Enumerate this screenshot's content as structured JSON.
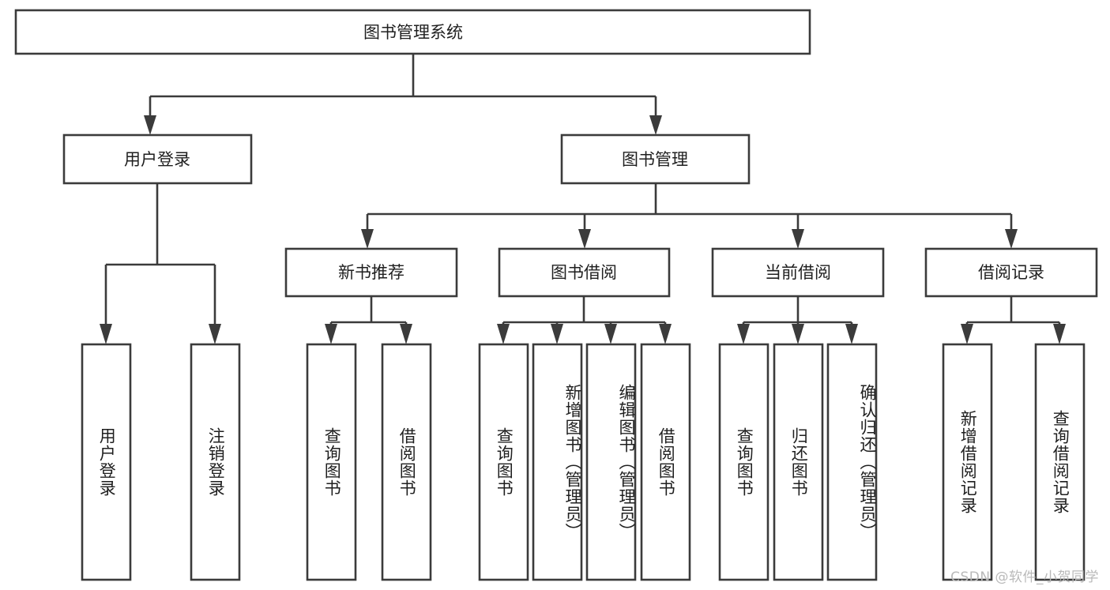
{
  "diagram": {
    "title": "图书管理系统",
    "type": "tree",
    "orientation": "top-down",
    "colors": {
      "box_stroke": "#3b3b3b",
      "box_fill": "#ffffff",
      "connector": "#3b3b3b",
      "text": "#1f1f1f",
      "watermark": "#b9b9b9",
      "background": "#ffffff"
    },
    "root": {
      "id": "root",
      "label": "图书管理系统",
      "orientation": "horizontal"
    },
    "level2": [
      {
        "id": "user-login",
        "label": "用户登录",
        "orientation": "horizontal"
      },
      {
        "id": "book-manage",
        "label": "图书管理",
        "orientation": "horizontal"
      }
    ],
    "level3": [
      {
        "id": "new-book-recommend",
        "label": "新书推荐",
        "parent": "book-manage",
        "orientation": "horizontal"
      },
      {
        "id": "book-borrow",
        "label": "图书借阅",
        "parent": "book-manage",
        "orientation": "horizontal"
      },
      {
        "id": "current-borrow",
        "label": "当前借阅",
        "parent": "book-manage",
        "orientation": "horizontal"
      },
      {
        "id": "borrow-record",
        "label": "借阅记录",
        "parent": "book-manage",
        "orientation": "horizontal"
      }
    ],
    "leaves": [
      {
        "id": "leaf-user-login",
        "label": "用户登录",
        "parent": "user-login",
        "orientation": "vertical"
      },
      {
        "id": "leaf-logout-login",
        "label": "注销登录",
        "parent": "user-login",
        "orientation": "vertical"
      },
      {
        "id": "leaf-query-book-rec",
        "label": "查询图书",
        "parent": "new-book-recommend",
        "orientation": "vertical"
      },
      {
        "id": "leaf-borrow-book-rec",
        "label": "借阅图书",
        "parent": "new-book-recommend",
        "orientation": "vertical"
      },
      {
        "id": "leaf-query-book-borrow",
        "label": "查询图书",
        "parent": "book-borrow",
        "orientation": "vertical"
      },
      {
        "id": "leaf-add-book-admin",
        "label": "新增图书（管理员）",
        "parent": "book-borrow",
        "orientation": "vertical"
      },
      {
        "id": "leaf-edit-book-admin",
        "label": "编辑图书（管理员）",
        "parent": "book-borrow",
        "orientation": "vertical"
      },
      {
        "id": "leaf-borrow-book",
        "label": "借阅图书",
        "parent": "book-borrow",
        "orientation": "vertical"
      },
      {
        "id": "leaf-query-book-current",
        "label": "查询图书",
        "parent": "current-borrow",
        "orientation": "vertical"
      },
      {
        "id": "leaf-return-book",
        "label": "归还图书",
        "parent": "current-borrow",
        "orientation": "vertical"
      },
      {
        "id": "leaf-confirm-return-admin",
        "label": "确认归还（管理员）",
        "parent": "current-borrow",
        "orientation": "vertical"
      },
      {
        "id": "leaf-add-borrow-record",
        "label": "新增借阅记录",
        "parent": "borrow-record",
        "orientation": "vertical"
      },
      {
        "id": "leaf-query-borrow-record",
        "label": "查询借阅记录",
        "parent": "borrow-record",
        "orientation": "vertical"
      }
    ],
    "watermark": "CSDN @软件_小贺同学"
  }
}
